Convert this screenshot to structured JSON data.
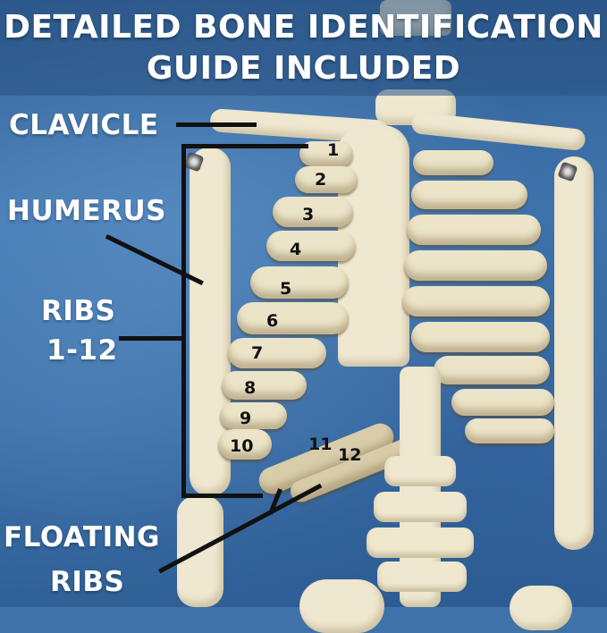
{
  "header": {
    "line1": "DETAILED BONE IDENTIFICATION",
    "line2": "GUIDE INCLUDED"
  },
  "labels": {
    "clavicle": "CLAVICLE",
    "humerus": "HUMERUS",
    "ribs_line1": "RIBS",
    "ribs_line2": "1-12",
    "floating_line1": "FLOATING",
    "floating_line2": "RIBS"
  },
  "rib_numbers": [
    "1",
    "2",
    "3",
    "4",
    "5",
    "6",
    "7",
    "8",
    "9",
    "10",
    "11",
    "12"
  ],
  "colors": {
    "background": "#3f72a8",
    "bone": "#efe8d0",
    "label_text": "#ffffff",
    "pointer_lines": "#111111"
  }
}
